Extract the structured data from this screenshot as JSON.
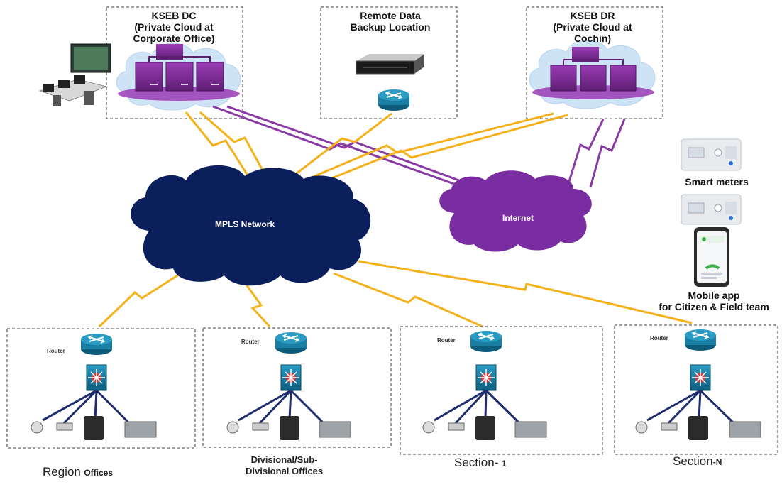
{
  "dc": {
    "line1": "KSEB DC",
    "line2": "(Private Cloud at",
    "line3": "Corporate Office)"
  },
  "backup": {
    "line1": "Remote Data",
    "line2": "Backup Location"
  },
  "dr": {
    "line1": "KSEB DR",
    "line2": "(Private Cloud at",
    "line3": "Cochin)"
  },
  "mpls": {
    "label": "MPLS Network"
  },
  "internet": {
    "label": "Internet"
  },
  "smart_meters": {
    "label": "Smart meters"
  },
  "mobile_app": {
    "line1": "Mobile app",
    "line2": "for Citizen & Field team"
  },
  "offices": [
    {
      "router_label": "Router",
      "caption_a": "Region",
      "caption_b": "Offices"
    },
    {
      "router_label": "Router",
      "caption_a": "Divisional/Sub-",
      "caption_b": "Divisional Offices"
    },
    {
      "router_label": "Router",
      "caption_a": "Section-",
      "caption_b": "1"
    },
    {
      "router_label": "Router",
      "caption_a": "Section",
      "caption_b": "-N"
    }
  ],
  "colors": {
    "mpls_cloud": "#0b1f5c",
    "internet_cloud": "#7a2da0",
    "cloud_light": "#cfe3f6",
    "server_purple": "#7b2a93",
    "link_orange": "#f5b11a",
    "link_purple": "#8a3aa3",
    "router_teal": "#1a7fa3"
  }
}
